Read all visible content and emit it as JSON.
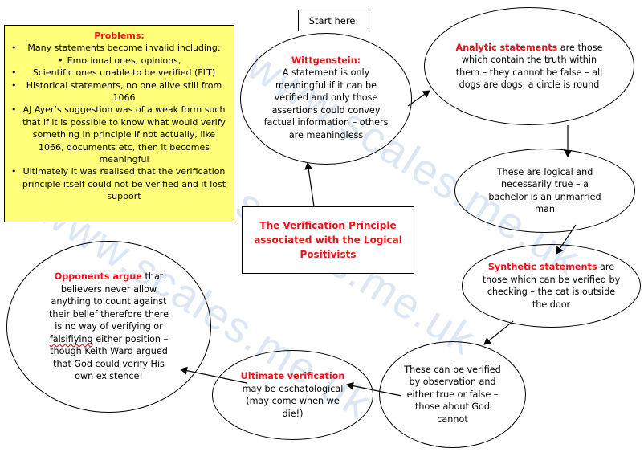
{
  "start_label": "Start here:",
  "problems": {
    "title": "Problems:",
    "items": [
      "Many statements become invalid including:",
      "Emotional ones, opinions,",
      "Scientific ones unable to be verified (FLT)",
      "Historical statements, no one alive still from 1066",
      "AJ Ayer’s suggestion was of a weak form such that if it is possible to know what would verify something in principle if not actually, like 1066, documents etc, then it becomes meaningful",
      "Ultimately it was realised that the verification principle itself could not be verified and it lost support"
    ]
  },
  "centre": {
    "line1": "The Verification Principle",
    "line2": "associated with the Logical",
    "line3": "Positivists"
  },
  "wittgenstein": {
    "title": "Wittgenstein:",
    "text": "A statement is only meaningful if it can be verified and only those assertions could convey factual information – others are meaningless"
  },
  "analytic": {
    "title": "Analytic statements",
    "text": "are those which contain the truth within them – they cannot be false – all dogs are dogs, a circle is round"
  },
  "logical": {
    "text": "These are logical and necessarily true – a bachelor is an unmarried man"
  },
  "synthetic": {
    "title": "Synthetic statements",
    "text": "are those which can be verified by checking – the cat is outside the door"
  },
  "observation": {
    "text": "These can be verified by observation and either true or false – those about God cannot"
  },
  "ultimate": {
    "title": "Ultimate verification",
    "text": "may be eschatological (may come when we die!)"
  },
  "opponents": {
    "title": "Opponents argue",
    "text_before": "that believers never allow anything to count against their belief therefore there is no way of verifying or",
    "squiggle_word": "falsifiying",
    "text_after": "either position – though Keith Ward argued that God could verify His own existence!"
  },
  "watermark": "www.scales.me.uk"
}
